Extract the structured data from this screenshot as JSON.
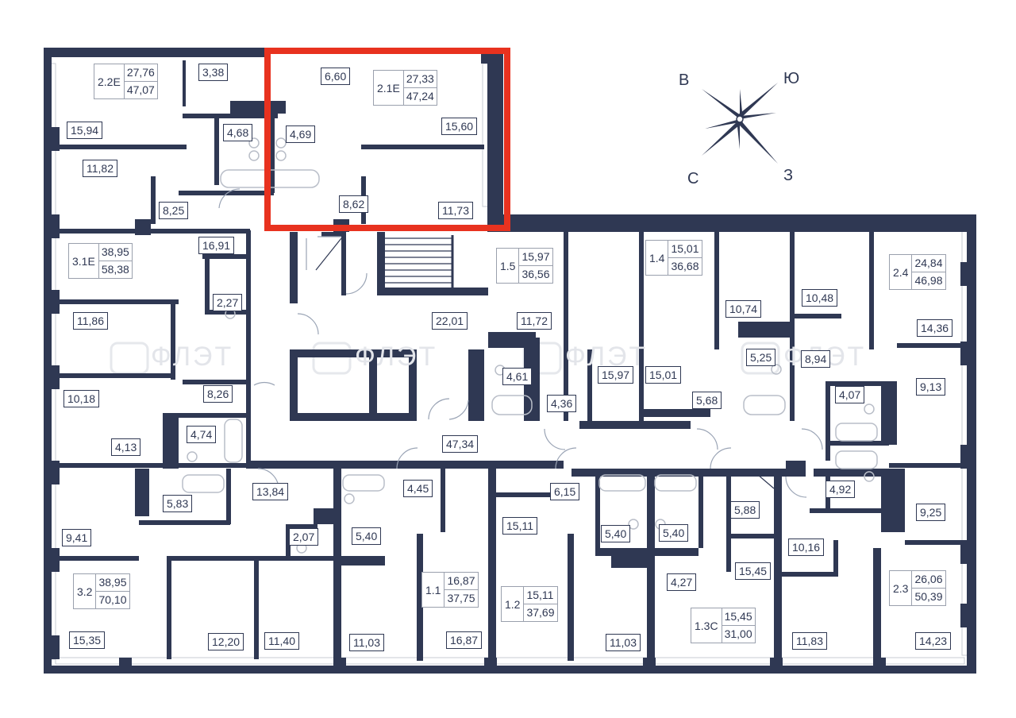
{
  "colors": {
    "wall": "#2f3853",
    "window": "#c7cbd3",
    "highlight": "#e8321f",
    "light": "#d6d9df"
  },
  "watermark": "ФЛЭТ",
  "compass": {
    "n": "В",
    "ne": "Ю",
    "sw": "С",
    "se": "З"
  },
  "apartments": [
    {
      "code": "2.2Е",
      "living": "27,76",
      "total": "47,07"
    },
    {
      "code": "2.1Е",
      "living": "27,33",
      "total": "47,24"
    },
    {
      "code": "3.1Е",
      "living": "38,95",
      "total": "58,38"
    },
    {
      "code": "1.5",
      "living": "15,97",
      "total": "36,56"
    },
    {
      "code": "1.4",
      "living": "15,01",
      "total": "36,68"
    },
    {
      "code": "2.4",
      "living": "24,84",
      "total": "46,98"
    },
    {
      "code": "3.2",
      "living": "38,95",
      "total": "70,10"
    },
    {
      "code": "1.1",
      "living": "16,87",
      "total": "37,75"
    },
    {
      "code": "1.2",
      "living": "15,11",
      "total": "37,69"
    },
    {
      "code": "1.3С",
      "living": "15,45",
      "total": "31,00"
    },
    {
      "code": "2.3",
      "living": "26,06",
      "total": "50,39"
    }
  ],
  "rooms": [
    "3,38",
    "6,60",
    "15,94",
    "4,68",
    "4,69",
    "15,60",
    "11,82",
    "8,25",
    "8,62",
    "11,73",
    "16,91",
    "2,27",
    "11,86",
    "22,01",
    "11,72",
    "10,74",
    "10,48",
    "14,36",
    "10,18",
    "8,26",
    "4,61",
    "15,97",
    "15,01",
    "5,25",
    "8,94",
    "9,13",
    "4,07",
    "4,36",
    "5,68",
    "4,13",
    "4,74",
    "47,34",
    "5,83",
    "13,84",
    "4,45",
    "6,15",
    "5,88",
    "4,92",
    "9,25",
    "9,41",
    "2,07",
    "5,40",
    "15,11",
    "5,40",
    "5,40",
    "15,45",
    "10,16",
    "4,27",
    "15,35",
    "12,20",
    "11,40",
    "11,03",
    "16,87",
    "11,03",
    "11,83",
    "14,23"
  ]
}
